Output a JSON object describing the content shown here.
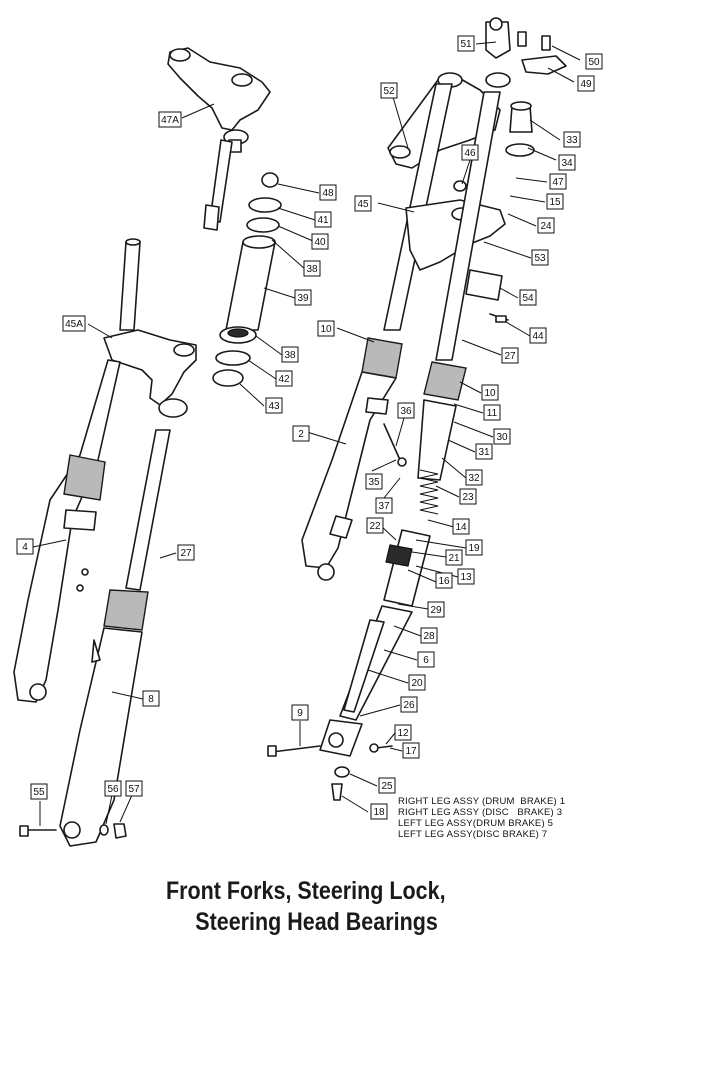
{
  "caption": {
    "line1": "Front Forks, Steering Lock,",
    "line2": "Steering Head Bearings"
  },
  "legend": [
    "RIGHT LEG ASSY (DRUM  BRAKE) 1",
    "RIGHT LEG ASSY (DISC   BRAKE) 3",
    "LEFT LEG ASSY(DRUM BRAKE) 5",
    "LEFT LEG ASSY(DISC BRAKE) 7"
  ],
  "callouts": [
    "51",
    "50",
    "49",
    "52",
    "33",
    "34",
    "47A",
    "46",
    "47",
    "15",
    "48",
    "45",
    "24",
    "41",
    "40",
    "53",
    "38",
    "39",
    "54",
    "45A",
    "10",
    "44",
    "27",
    "38",
    "42",
    "10",
    "43",
    "11",
    "36",
    "30",
    "2",
    "31",
    "32",
    "35",
    "23",
    "37",
    "14",
    "22",
    "19",
    "21",
    "13",
    "16",
    "4",
    "27",
    "29",
    "28",
    "6",
    "20",
    "8",
    "9",
    "26",
    "12",
    "17",
    "25",
    "55",
    "56",
    "57",
    "18"
  ]
}
